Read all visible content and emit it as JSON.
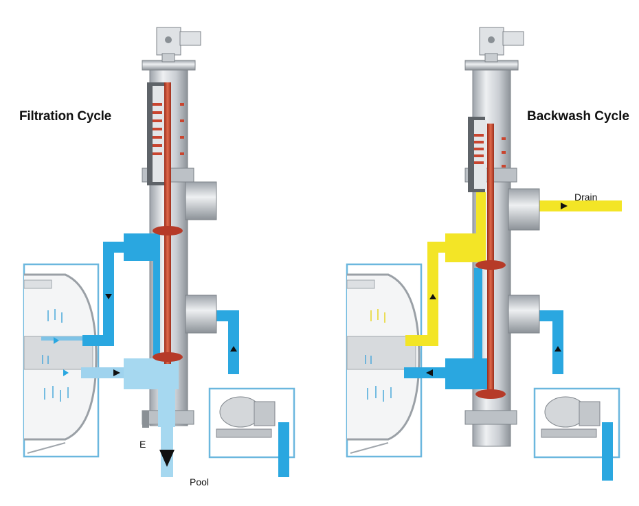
{
  "panels": {
    "filtration": {
      "title": "Filtration Cycle",
      "label_outlet": "Pool",
      "label_valve": "E"
    },
    "backwash": {
      "title": "Backwash Cycle",
      "label_outlet": "Drain"
    }
  },
  "colors": {
    "water_blue": "#2aa7e0",
    "light_blue": "#a6d8f0",
    "backwash_yellow": "#f3e526",
    "rod_red": "#c9452f",
    "valve_grey": "#c8ccd1",
    "outline_blue": "#5fb3dd"
  }
}
